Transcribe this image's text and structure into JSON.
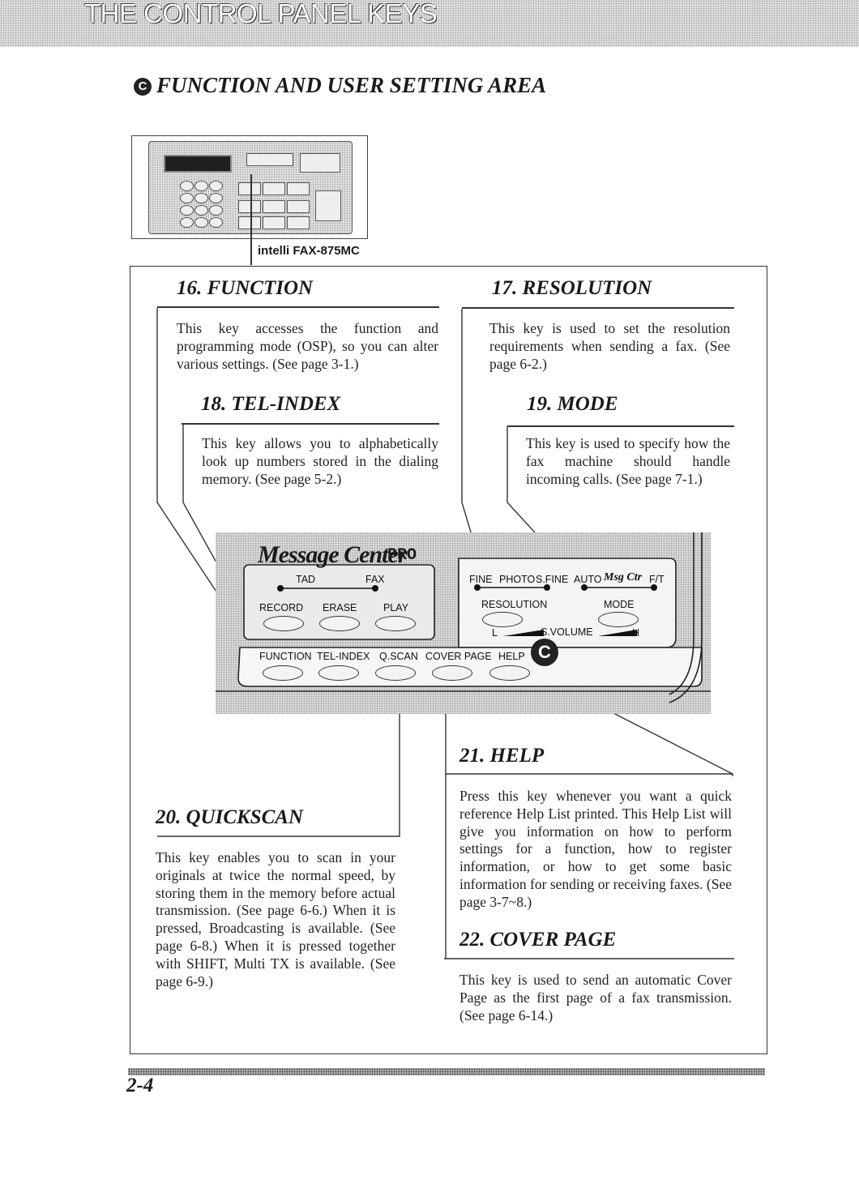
{
  "header": {
    "title": "THE CONTROL PANEL KEYS"
  },
  "section": {
    "marker": "C",
    "title": "FUNCTION AND USER SETTING AREA"
  },
  "model_label": "intelli FAX-875MC",
  "keys": [
    {
      "title": "16. FUNCTION",
      "text": "This key accesses the function and programming mode (OSP), so you can alter various settings. (See page 3-1.)"
    },
    {
      "title": "17. RESOLUTION",
      "text": "This key is used to set the resolution requirements when sending a fax. (See page 6-2.)"
    },
    {
      "title": "18. TEL-INDEX",
      "text": "This key allows you to alphabetically look up numbers stored in the dialing memory. (See page 5-2.)"
    },
    {
      "title": "19. MODE",
      "text": "This key is used to specify how the fax machine should handle incoming calls. (See page 7-1.)"
    },
    {
      "title": "20. QUICKSCAN",
      "text": "This key enables you to scan in your originals at twice the normal speed, by storing them in the memory before actual transmission. (See page 6-6.) When it is pressed, Broadcasting is available. (See page 6-8.) When it is pressed together with SHIFT, Multi TX is available. (See page 6-9.)"
    },
    {
      "title": "21. HELP",
      "text": "Press this key whenever you want a quick reference Help List printed. This Help List will give you information on how to perform settings for a function, how to register information, or how to get some basic information for sending or receiving faxes. (See page 3-7~8.)"
    },
    {
      "title": "22. COVER PAGE",
      "text": "This key is used to send an automatic Cover Page as the first page of a fax transmission. (See page 6-14.)"
    }
  ],
  "panel": {
    "brand": "Message Center",
    "brand_suffix": "PRO",
    "tad": "TAD",
    "fax": "FAX",
    "record": "RECORD",
    "erase": "ERASE",
    "play": "PLAY",
    "fine": "FINE",
    "photo": "PHOTO",
    "sfine": "S.FINE",
    "auto": "AUTO",
    "msgctr": "Msg Ctr",
    "ft": "F/T",
    "resolution": "RESOLUTION",
    "mode": "MODE",
    "volume_low": "L",
    "volume": "S.VOLUME",
    "volume_high": "H",
    "function": "FUNCTION",
    "telindex": "TEL-INDEX",
    "qscan": "Q.SCAN",
    "coverpage": "COVER PAGE",
    "help": "HELP",
    "marker": "C"
  },
  "page_number": "2-4"
}
